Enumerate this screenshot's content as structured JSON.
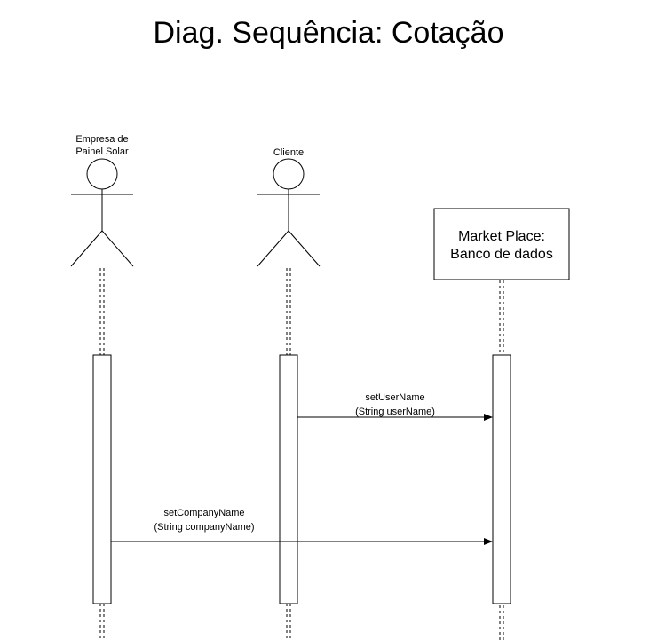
{
  "title": "Diag. Sequência: Cotação",
  "participants": {
    "empresa": {
      "label_line1": "Empresa de",
      "label_line2": "Painel Solar"
    },
    "cliente": {
      "label": "Cliente"
    },
    "marketplace": {
      "label_line1": "Market Place:",
      "label_line2": "Banco de dados"
    }
  },
  "messages": [
    {
      "name": "setUserName",
      "params": "(String userName)",
      "from": "Cliente",
      "to": "Market Place: Banco de dados"
    },
    {
      "name": "setCompanyName",
      "params": "(String companyName)",
      "from": "Empresa de Painel Solar",
      "to": "Market Place: Banco de dados"
    }
  ]
}
